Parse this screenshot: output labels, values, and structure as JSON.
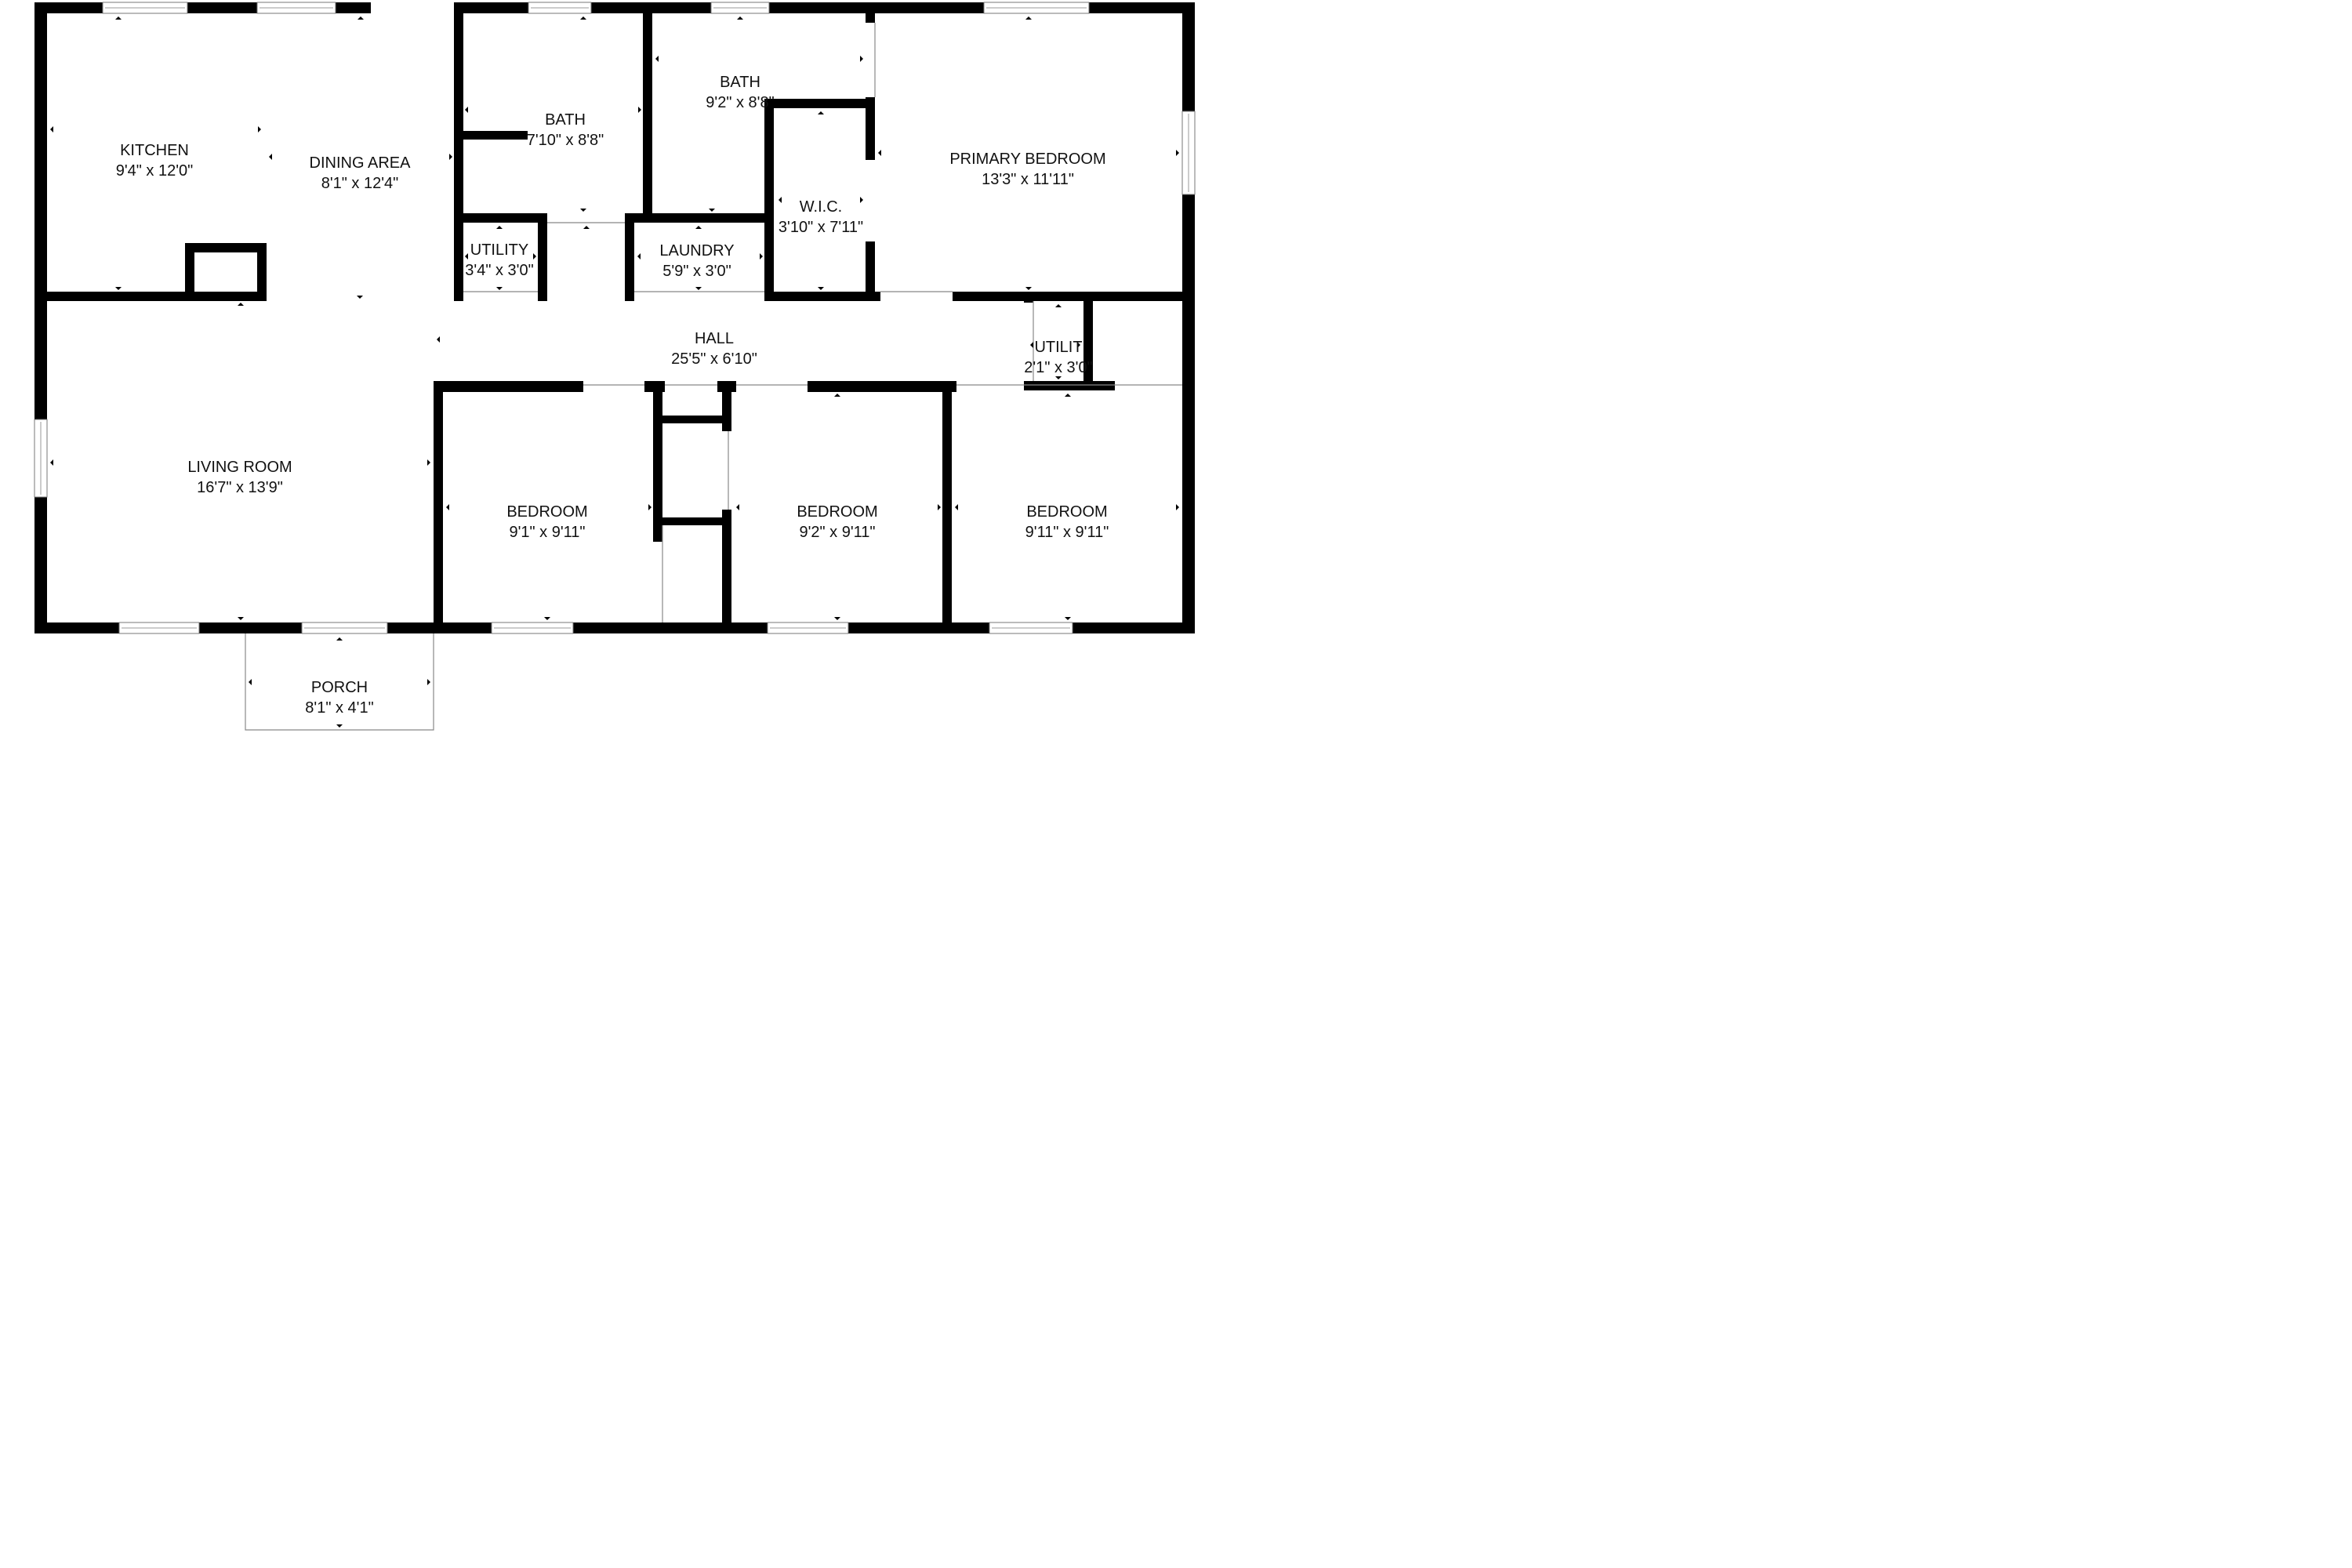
{
  "colors": {
    "wall": "#000000",
    "background": "#ffffff",
    "window": "#ffffff",
    "line": "#888888"
  },
  "rooms": [
    {
      "id": "kitchen",
      "name": "KITCHEN",
      "size": "9'4\" x 12'0\""
    },
    {
      "id": "dining-area",
      "name": "DINING AREA",
      "size": "8'1\" x 12'4\""
    },
    {
      "id": "bath-1",
      "name": "BATH",
      "size": "7'10\" x 8'8\""
    },
    {
      "id": "bath-2",
      "name": "BATH",
      "size": "9'2\" x 8'8\""
    },
    {
      "id": "primary-bedroom",
      "name": "PRIMARY BEDROOM",
      "size": "13'3\" x 11'11\""
    },
    {
      "id": "utility-1",
      "name": "UTILITY",
      "size": "3'4\" x 3'0\""
    },
    {
      "id": "laundry",
      "name": "LAUNDRY",
      "size": "5'9\" x 3'0\""
    },
    {
      "id": "wic",
      "name": "W.I.C.",
      "size": "3'10\" x 7'11\""
    },
    {
      "id": "hall",
      "name": "HALL",
      "size": "25'5\" x 6'10\""
    },
    {
      "id": "utility-2",
      "name": "UTILIT",
      "size": "2'1\" x 3'0\""
    },
    {
      "id": "living-room",
      "name": "LIVING ROOM",
      "size": "16'7\" x 13'9\""
    },
    {
      "id": "bedroom-1",
      "name": "BEDROOM",
      "size": "9'1\" x 9'11\""
    },
    {
      "id": "bedroom-2",
      "name": "BEDROOM",
      "size": "9'2\" x 9'11\""
    },
    {
      "id": "bedroom-3",
      "name": "BEDROOM",
      "size": "9'11\" x 9'11\""
    },
    {
      "id": "porch",
      "name": "PORCH",
      "size": "8'1\" x 4'1\""
    }
  ]
}
